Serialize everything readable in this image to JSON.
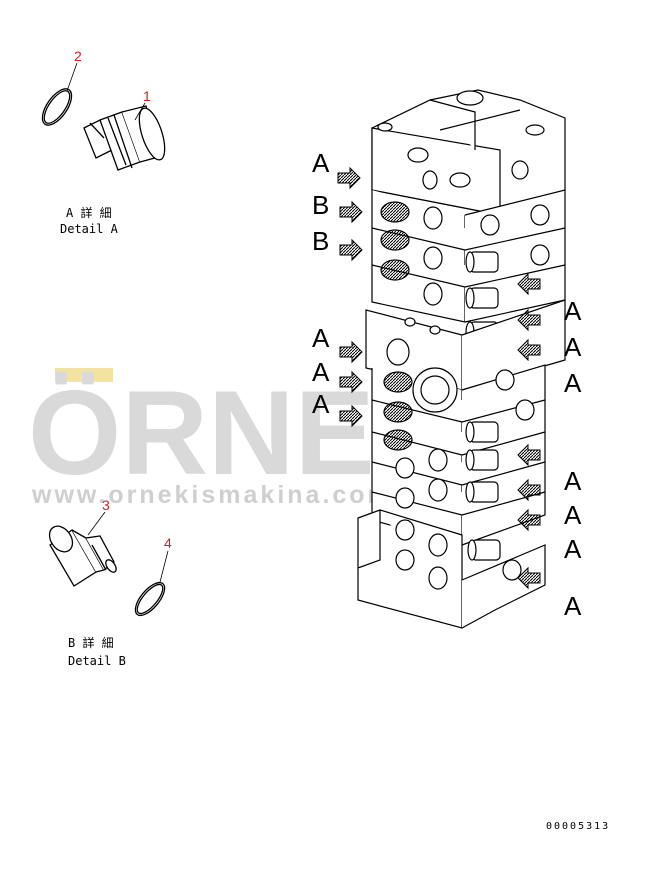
{
  "watermark": {
    "brand": "ÖRNEK",
    "url": "www.ornekismakina.com.tr"
  },
  "callouts": [
    {
      "num": "1"
    },
    {
      "num": "2"
    },
    {
      "num": "3"
    },
    {
      "num": "4"
    }
  ],
  "details": {
    "a": {
      "jp": "A 詳 細",
      "en": "Detail A"
    },
    "b": {
      "jp": "B 詳 細",
      "en": "Detail B"
    }
  },
  "left_letters": [
    "A",
    "B",
    "B",
    "A",
    "A",
    "A"
  ],
  "right_letters": [
    "A",
    "A",
    "A",
    "A",
    "A",
    "A",
    "A"
  ],
  "drawing_code": "00005313"
}
